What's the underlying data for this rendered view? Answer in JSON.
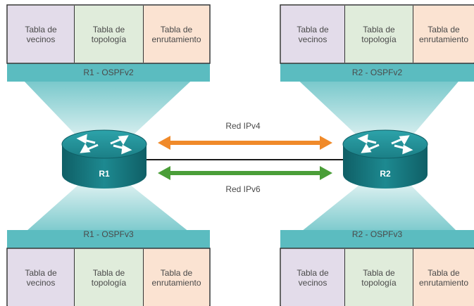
{
  "routers": [
    {
      "name": "R1",
      "ospfv2_label": "R1 - OSPFv2",
      "ospfv3_label": "R1 - OSPFv3",
      "top_tables": [
        "Tabla de\nvecinos",
        "Tabla de\ntopología",
        "Tabla de\nenrutamiento"
      ],
      "bottom_tables": [
        "Tabla de\nvecinos",
        "Tabla de\ntopología",
        "Tabla de\nenrutamiento"
      ]
    },
    {
      "name": "R2",
      "ospfv2_label": "R2 - OSPFv2",
      "ospfv3_label": "R2 - OSPFv3",
      "top_tables": [
        "Tabla de\nvecinos",
        "Tabla de\ntopología",
        "Tabla de\nenrutamiento"
      ],
      "bottom_tables": [
        "Tabla de\nvecinos",
        "Tabla de\ntopología",
        "Tabla de\nenrutamiento"
      ]
    }
  ],
  "networks": {
    "ipv4_label": "Red IPv4",
    "ipv6_label": "Red IPv6"
  },
  "colors": {
    "neighbors_table": "#e3dcea",
    "topology_table": "#e0ecdb",
    "routing_table": "#fbe3d2",
    "funnel_dark": "#5bbcc0",
    "funnel_light": "#e4f4f4",
    "router_body": "#1b7f86",
    "ipv4_arrow": "#f08a2a",
    "ipv6_arrow": "#4a9e38"
  }
}
